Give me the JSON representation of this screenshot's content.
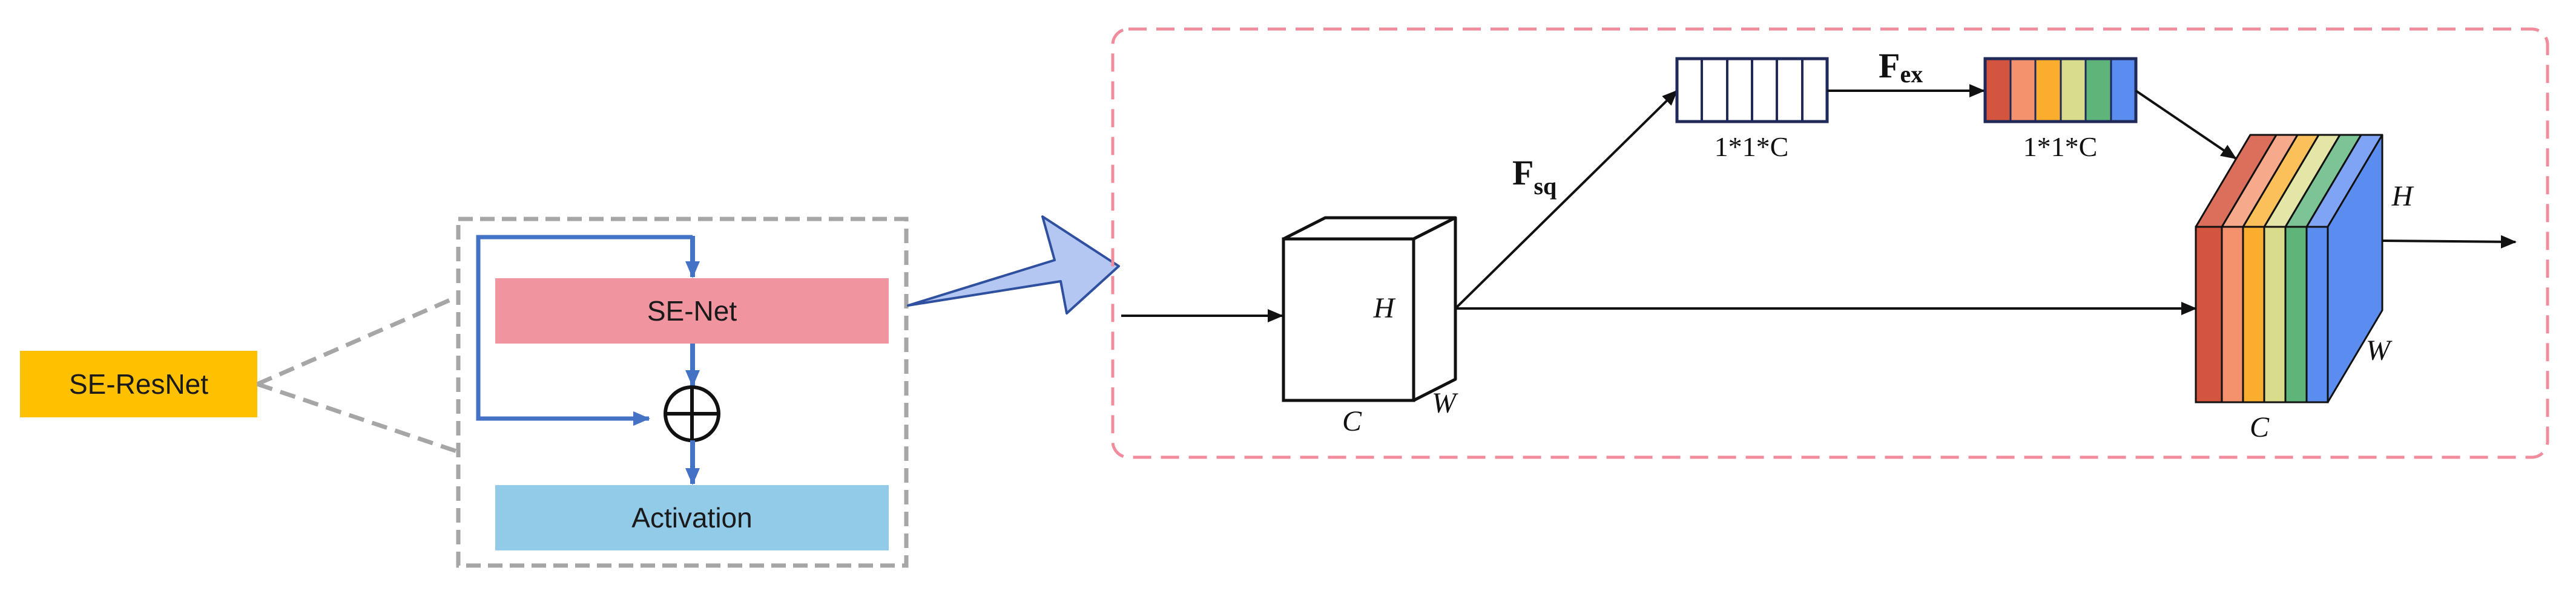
{
  "left_panel": {
    "resnet_label": "SE-ResNet",
    "senet_label": "SE-Net",
    "activation_label": "Activation",
    "plus_symbol": "+"
  },
  "detail": {
    "input_dims": {
      "h": "H",
      "c": "C",
      "w": "W"
    },
    "fsq": {
      "main": "F",
      "sub": "sq"
    },
    "fex": {
      "main": "F",
      "sub": "ex"
    },
    "squeeze_shape": "1*1*C",
    "excite_shape": "1*1*C",
    "output_dims": {
      "h": "H",
      "c": "C",
      "w": "W"
    }
  },
  "colors": {
    "resnet_box": "#FFC000",
    "senet_box": "#F0949F",
    "activation_box": "#92CBE8",
    "flow_arrow": "#4472C4",
    "dashed_gray": "#A6A6A6",
    "dashed_pink": "#F08C9C",
    "big_arrow_fill": "#B4C7F2",
    "big_arrow_stroke": "#2F4F9F",
    "squeeze_stroke": "#1F2A5A",
    "channel_colors": [
      "#D4553F",
      "#F4926E",
      "#FBAE2E",
      "#D8DC8C",
      "#5FB47A",
      "#5B8DF0"
    ]
  }
}
